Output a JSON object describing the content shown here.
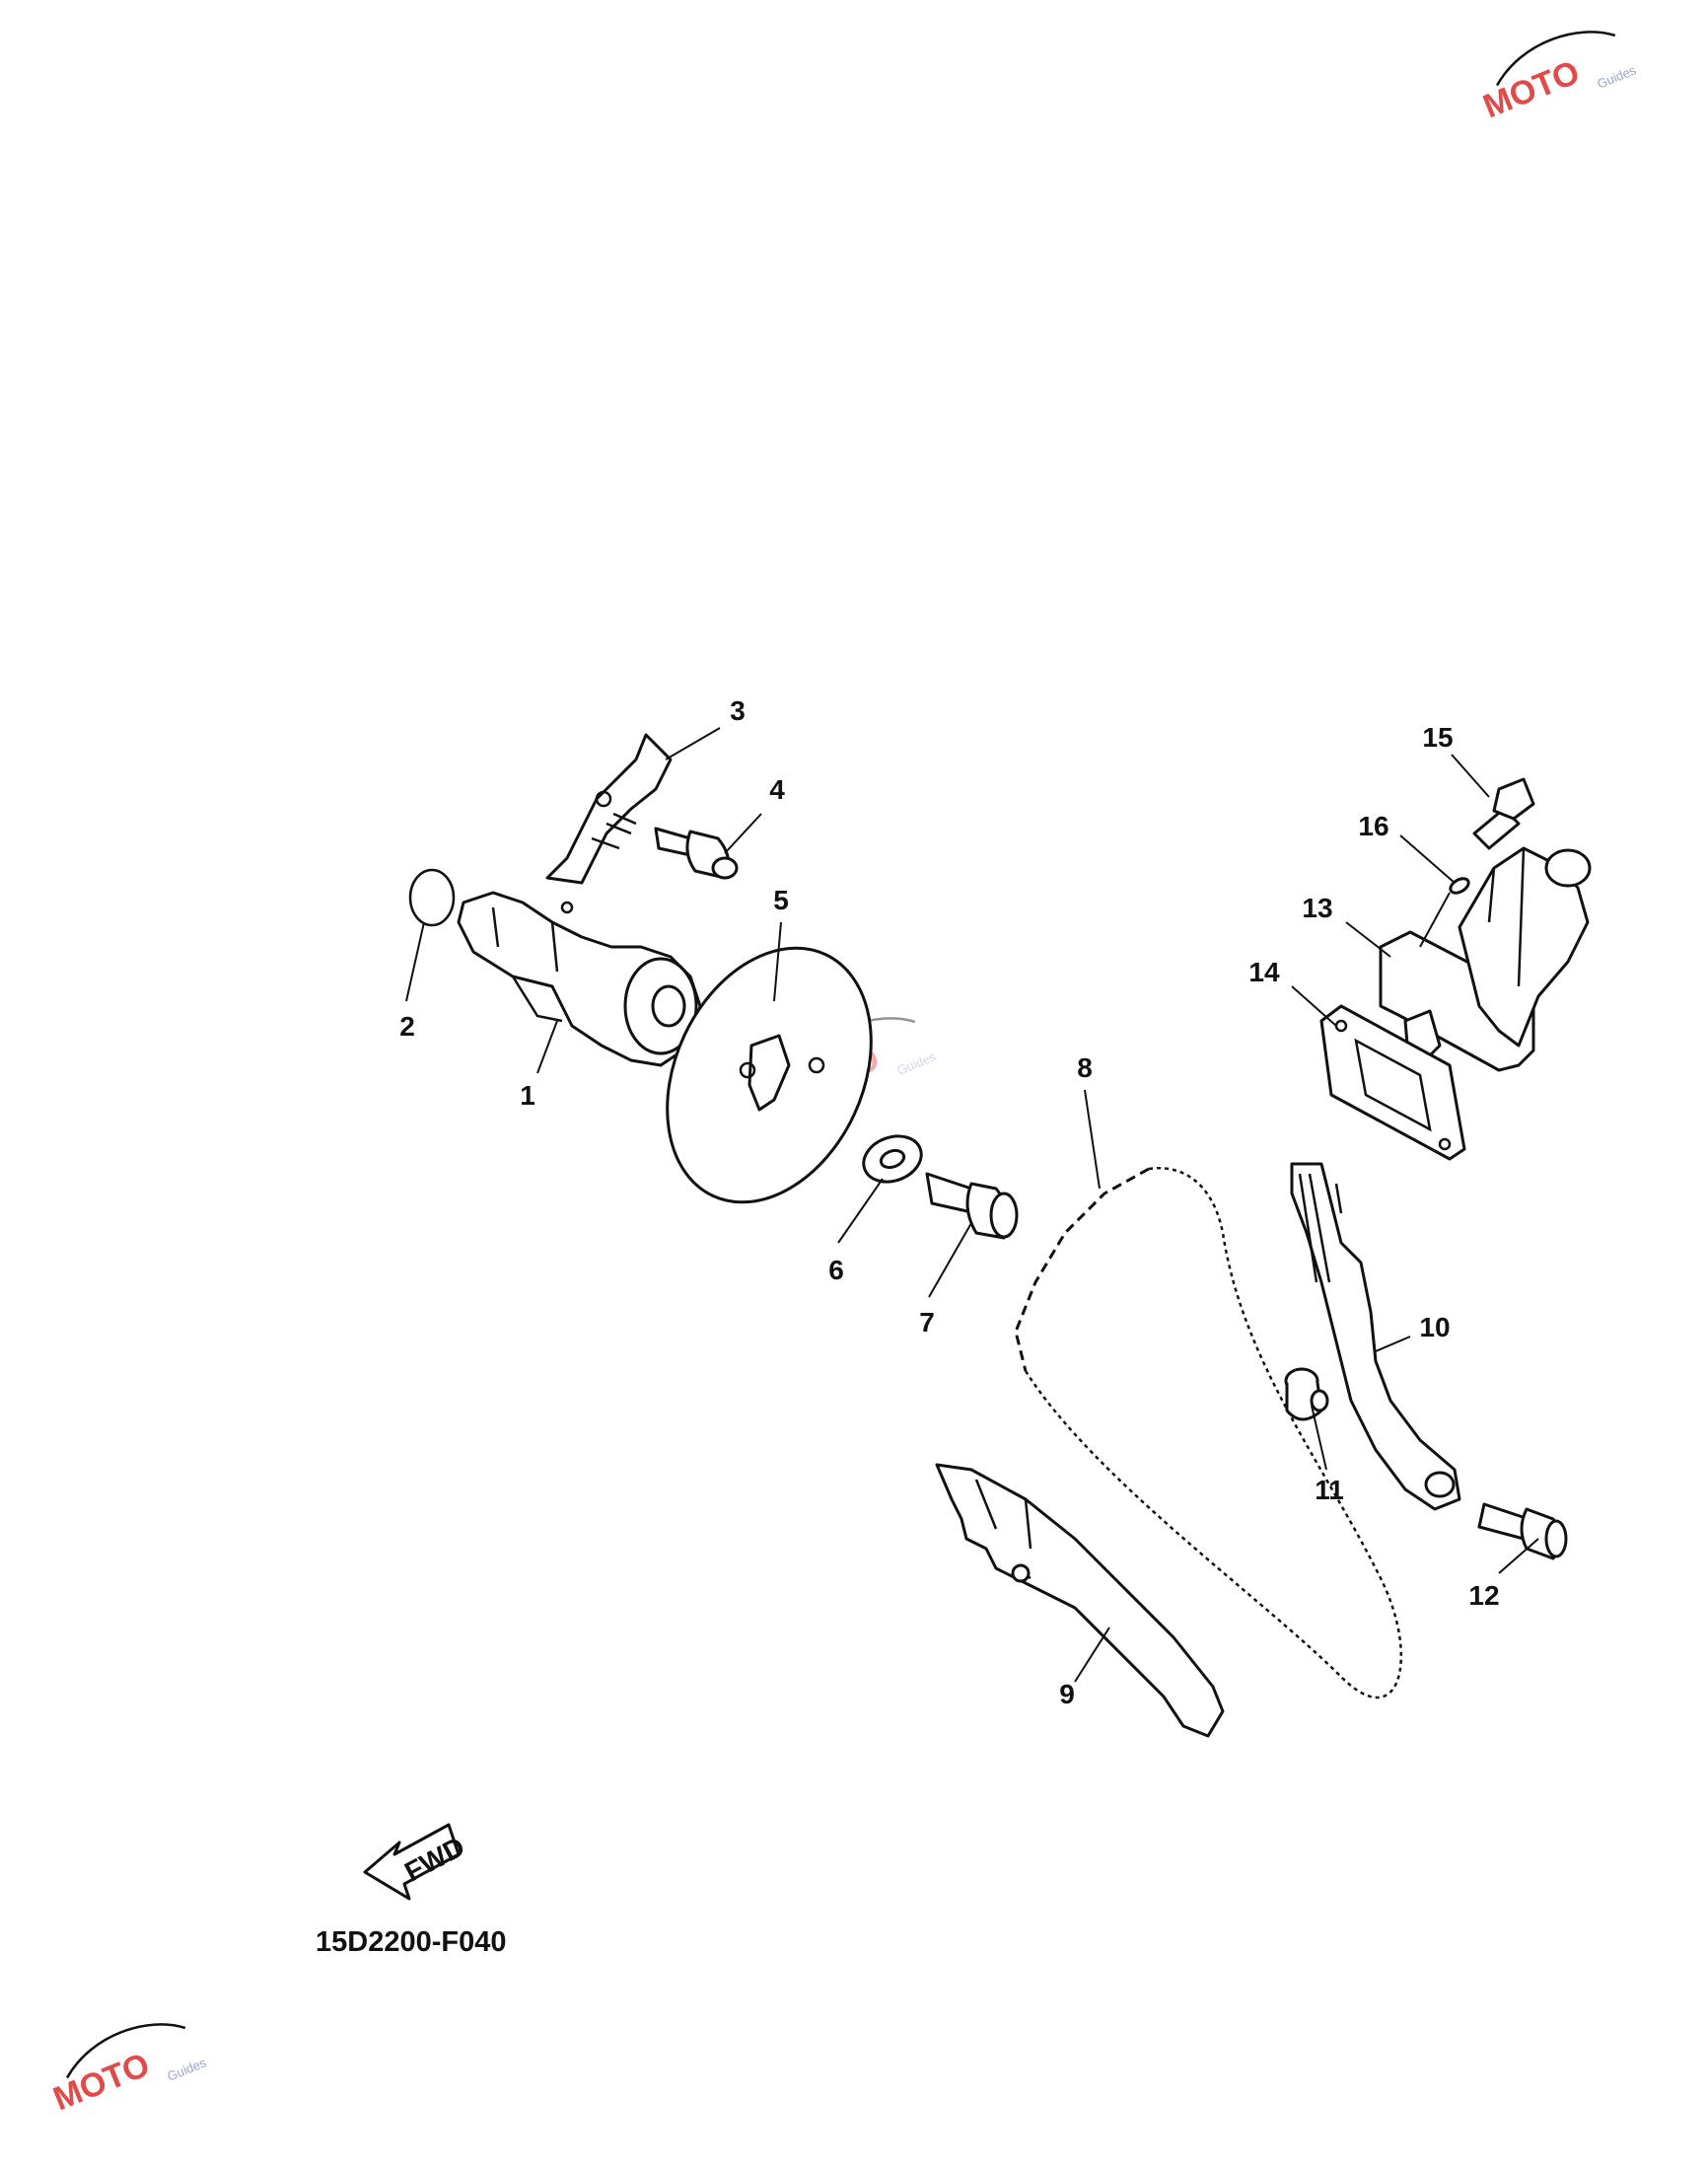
{
  "callouts": [
    {
      "id": "1",
      "text": "1"
    },
    {
      "id": "2",
      "text": "2"
    },
    {
      "id": "3",
      "text": "3"
    },
    {
      "id": "4",
      "text": "4"
    },
    {
      "id": "5",
      "text": "5"
    },
    {
      "id": "6",
      "text": "6"
    },
    {
      "id": "7",
      "text": "7"
    },
    {
      "id": "8",
      "text": "8"
    },
    {
      "id": "9",
      "text": "9"
    },
    {
      "id": "10",
      "text": "10"
    },
    {
      "id": "11",
      "text": "11"
    },
    {
      "id": "12",
      "text": "12"
    },
    {
      "id": "13",
      "text": "13"
    },
    {
      "id": "14",
      "text": "14"
    },
    {
      "id": "15",
      "text": "15"
    },
    {
      "id": "16",
      "text": "16"
    }
  ],
  "fwd_arrow": {
    "label": "FWD"
  },
  "diagram_code": "15D2200-F040",
  "watermark": {
    "brand": "MOTO",
    "sub": "Guides",
    "color": "#e24a4a"
  }
}
